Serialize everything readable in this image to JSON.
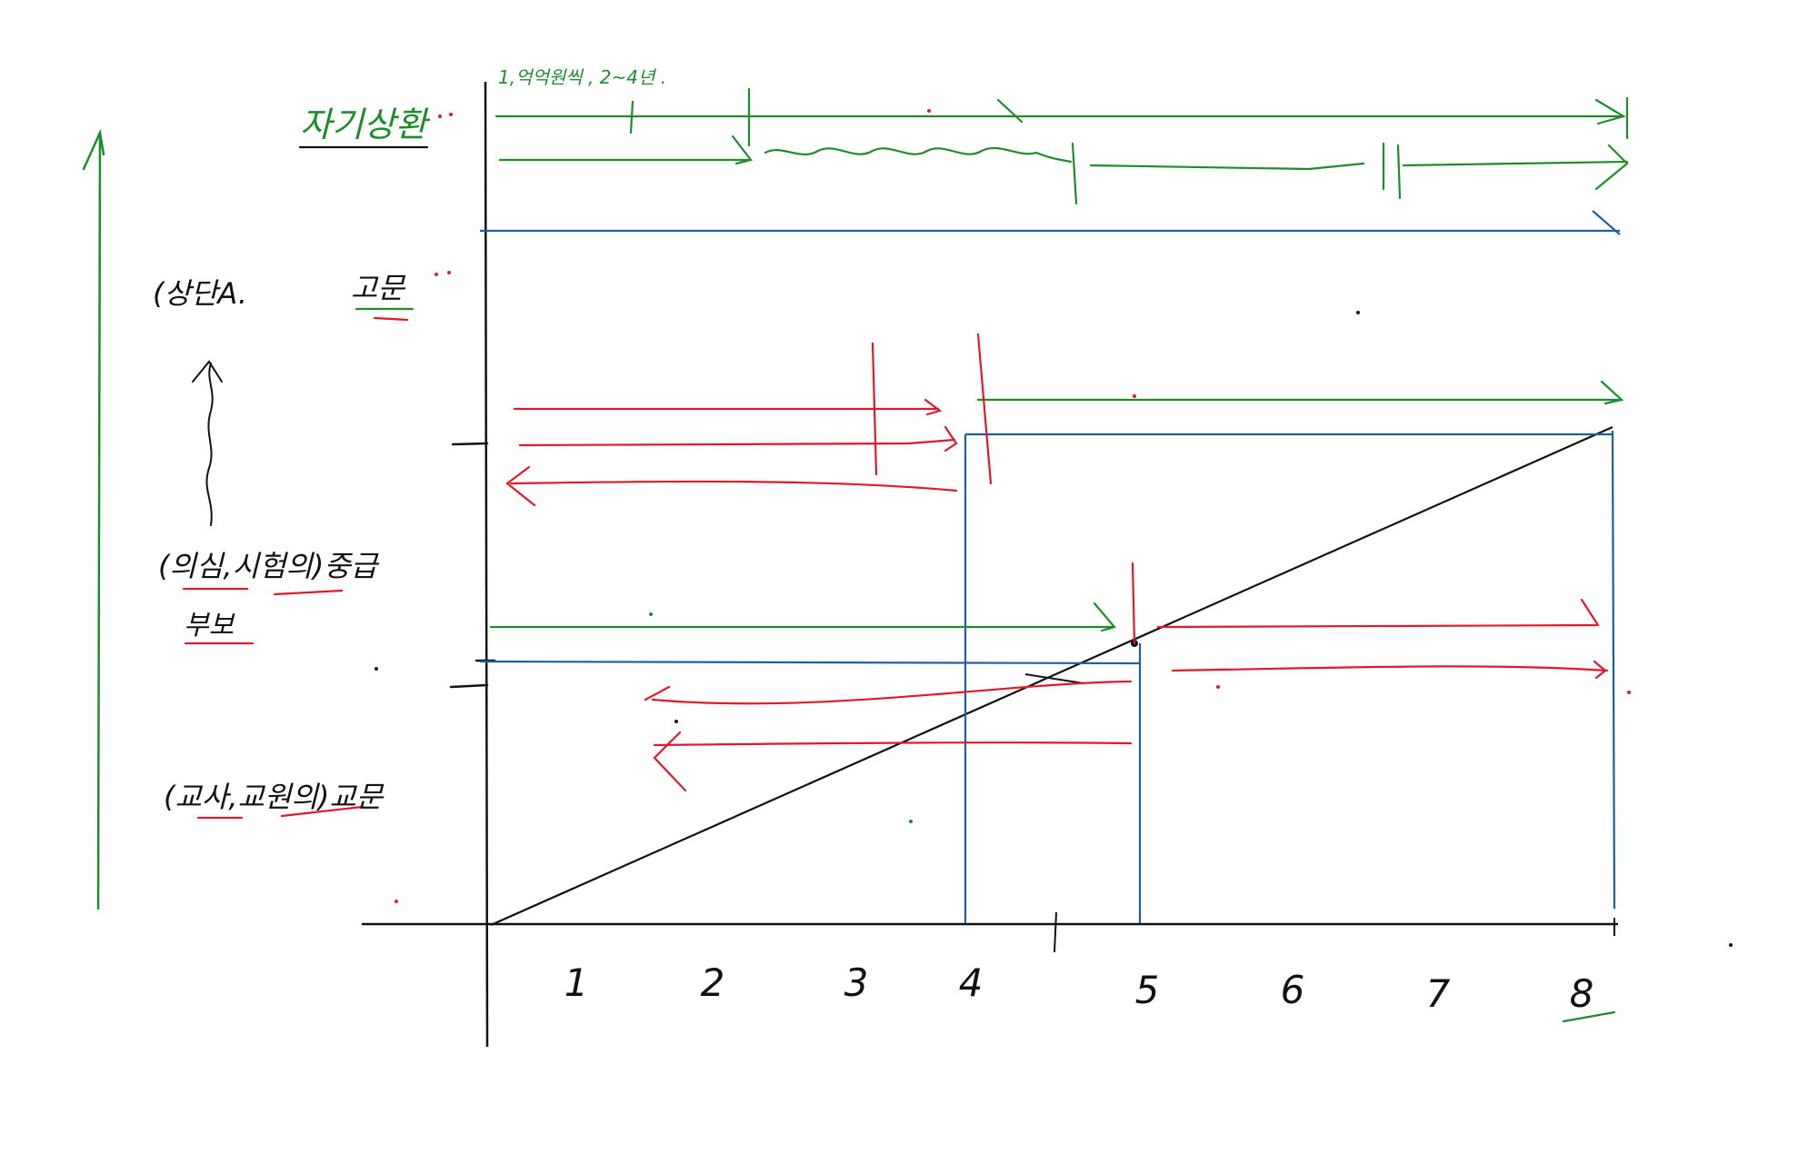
{
  "labels": {
    "top_note": "1,억억원씩 , 2~4년 .",
    "row_top": "자기상환",
    "row_upper": "(상단A.",
    "row_upper_suffix": "고문",
    "row_middle": "(의심,시험의)중급",
    "row_middle_sub": "부보",
    "row_lower": "(교사,교원의)교문",
    "x_ticks": [
      "1",
      "2",
      "3",
      "4",
      "5",
      "6",
      "7",
      "8"
    ]
  },
  "colors": {
    "axis": "#111111",
    "green": "#1e8c2c",
    "red": "#e0192b",
    "blue": "#1f5f9e",
    "diagonal": "#111111"
  }
}
